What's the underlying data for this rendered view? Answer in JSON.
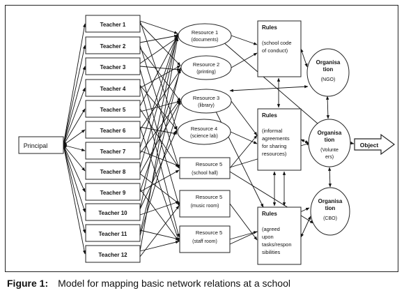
{
  "principal": "Principal",
  "teachers": [
    "Teacher 1",
    "Teacher 2",
    "Teacher 3",
    "Teacher 4",
    "Teacher 5",
    "Teacher 6",
    "Teacher 7",
    "Teacher 8",
    "Teacher 9",
    "Teacher 10",
    "Teacher 11",
    "Teacher 12"
  ],
  "resources": [
    {
      "name": "Resource 1",
      "sub": "(documents)"
    },
    {
      "name": "Resource 2",
      "sub": "(printing)"
    },
    {
      "name": "Resource 3",
      "sub": "(library)"
    },
    {
      "name": "Resource 4",
      "sub": "(science lab)"
    },
    {
      "name": "Resource 5",
      "sub": "(school hall)"
    },
    {
      "name": "Resource 5",
      "sub": "(music room)"
    },
    {
      "name": "Resource 5",
      "sub": "(staff room)"
    }
  ],
  "rules": [
    {
      "title": "Rules",
      "lines": [
        "(school code",
        "of conduct)"
      ]
    },
    {
      "title": "Rules",
      "lines": [
        "(informal",
        "agreements",
        "for sharing",
        "resources)"
      ]
    },
    {
      "title": "Rules",
      "lines": [
        "(agreed",
        "upon",
        "tasks/respon",
        "sibilities"
      ]
    }
  ],
  "organisations": [
    {
      "lines": [
        "Organisa",
        "tion"
      ],
      "sub": "(NGO)"
    },
    {
      "lines": [
        "Organisa",
        "tion"
      ],
      "sub": "(Volunte",
      "sub2": "ers)"
    },
    {
      "lines": [
        "Organisa",
        "tion"
      ],
      "sub": "(CBO)"
    }
  ],
  "object": "Object",
  "caption": {
    "label": "Figure 1:",
    "text": "Model for mapping basic network relations at a school"
  }
}
